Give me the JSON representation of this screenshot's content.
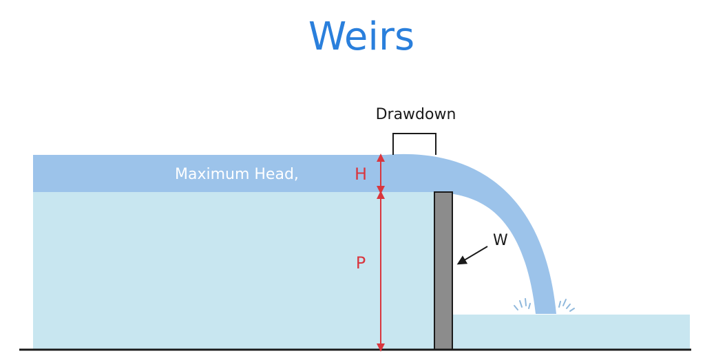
{
  "title": "Weirs",
  "labels": {
    "drawdown": "Drawdown",
    "maximum_head": "Maximum Head,",
    "head_symbol": "H",
    "height_symbol": "P",
    "weir_partial": "W"
  },
  "colors": {
    "title": "#2a7fdc",
    "upper_water": "#9cc3ea",
    "lower_water": "#c8e6f0",
    "weir": "#8c8c8c",
    "dimension": "#d9363e",
    "ground": "#1a1a1a",
    "text_white": "#ffffff",
    "text_dark": "#1a1a1a"
  }
}
